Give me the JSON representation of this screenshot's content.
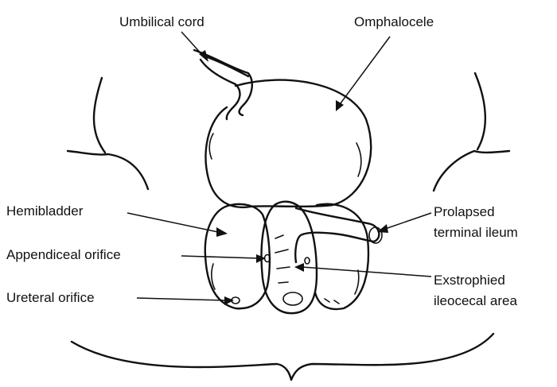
{
  "labels": {
    "umbilical_cord": "Umbilical cord",
    "omphalocele": "Omphalocele",
    "hemibladder": "Hemibladder",
    "appendiceal_orifice": "Appendiceal orifice",
    "ureteral_orifice": "Ureteral orifice",
    "prolapsed_line1": "Prolapsed",
    "prolapsed_line2": "terminal ileum",
    "exstrophied_line1": "Exstrophied",
    "exstrophied_line2": "ileocecal area"
  },
  "colors": {
    "ink": "#111111",
    "background": "#ffffff"
  }
}
